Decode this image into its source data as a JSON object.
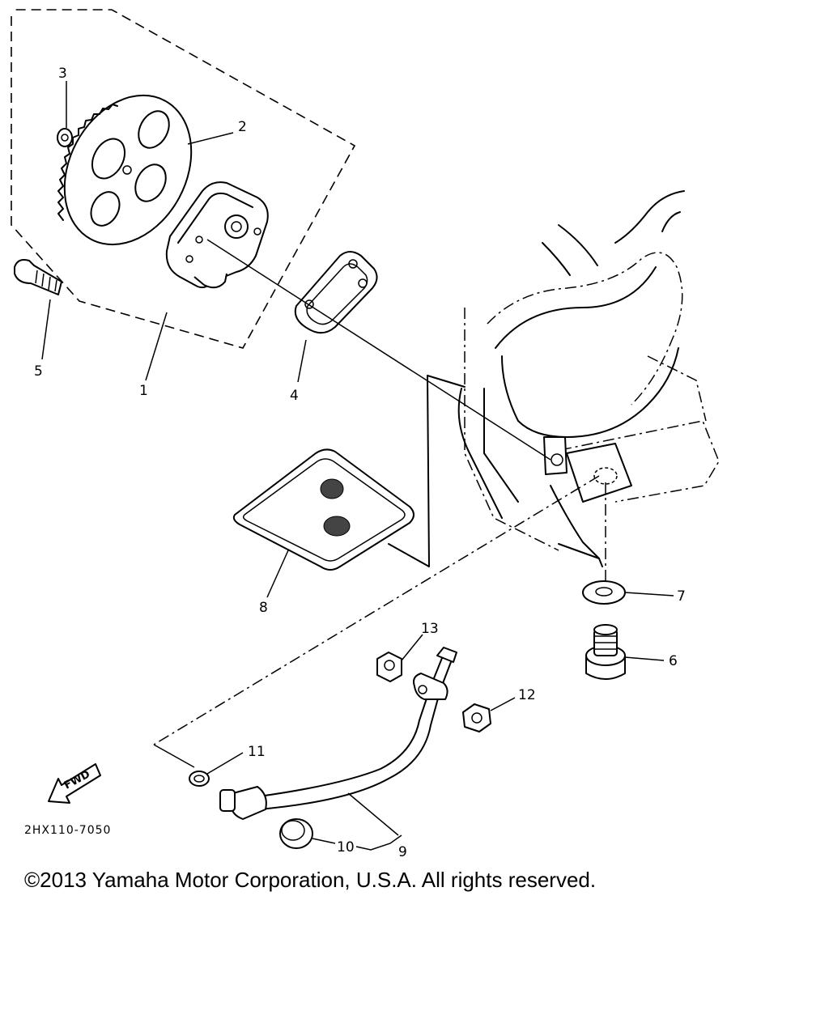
{
  "diagram": {
    "drawing_number": "2HX110-7050",
    "fwd_label": "FWD",
    "parts": [
      {
        "ref": "1",
        "name": "oil-pump-assembly"
      },
      {
        "ref": "2",
        "name": "pump-drive-gear"
      },
      {
        "ref": "3",
        "name": "circlip"
      },
      {
        "ref": "4",
        "name": "gasket"
      },
      {
        "ref": "5",
        "name": "bolt"
      },
      {
        "ref": "6",
        "name": "drain-plug"
      },
      {
        "ref": "7",
        "name": "drain-washer"
      },
      {
        "ref": "8",
        "name": "oil-strainer-screen"
      },
      {
        "ref": "9",
        "name": "oil-pipe"
      },
      {
        "ref": "10",
        "name": "cap"
      },
      {
        "ref": "11",
        "name": "o-ring"
      },
      {
        "ref": "12",
        "name": "nut"
      },
      {
        "ref": "13",
        "name": "nut"
      }
    ]
  },
  "footer": {
    "copyright": "©2013 Yamaha Motor Corporation, U.S.A. All rights reserved."
  }
}
